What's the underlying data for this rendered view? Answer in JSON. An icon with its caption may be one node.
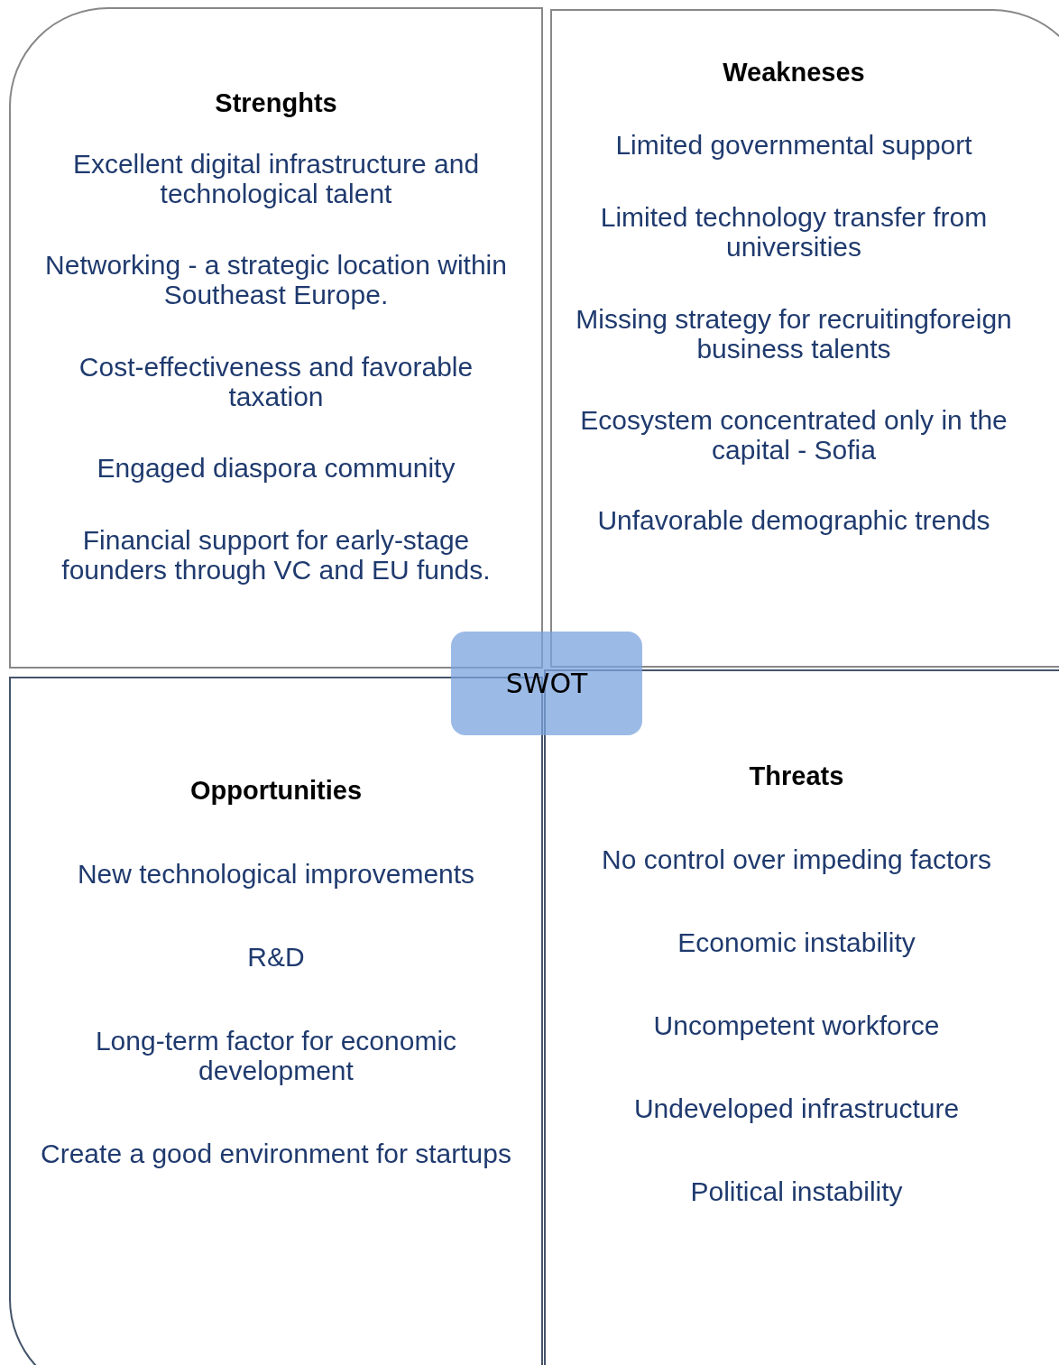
{
  "diagram": {
    "nodes": [
      {
        "text": [
          "Strenghts",
          "Excellent digital infrastructure and technological talent",
          "Networking - a strategic location within Southeast Europe.",
          "Cost-effectiveness and favorable taxation",
          "Engaged diaspora community",
          "Financial support for early-stage founders through VC and EU funds."
        ]
      },
      {
        "text": [
          "Weakneses",
          "Limited governmental support",
          "Limited technology transfer from universities",
          "Missing strategy for recruitingforeign business talents",
          "Ecosystem concentrated only in the capital - Sofia",
          "Unfavorable demographic trends"
        ]
      },
      {
        "text": [
          "Opportunities",
          "New technological improvements",
          "R&D",
          "Long-term factor for economic development",
          "Create a good environment for startups"
        ]
      },
      {
        "text": [
          "Threats",
          "No control over impeding factors",
          "Economic instability",
          "Uncompetent workforce",
          "Undeveloped infrastructure",
          "Political instability"
        ]
      },
      {
        "text": [
          "SWOT"
        ]
      }
    ]
  }
}
